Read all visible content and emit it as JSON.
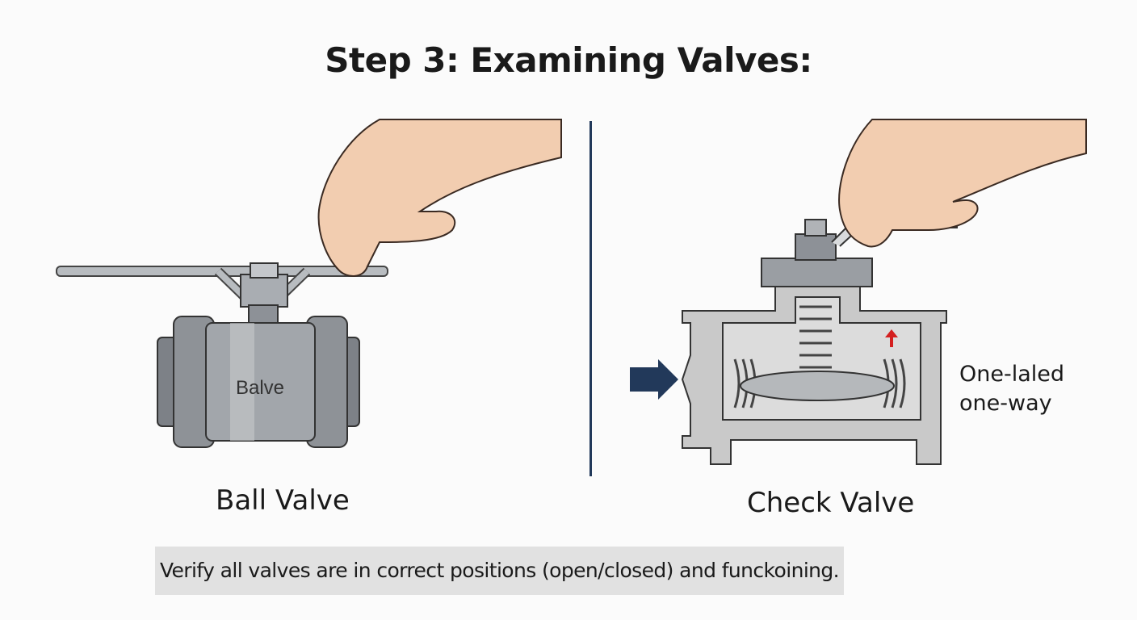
{
  "title": "Step 3: Examining Valves:",
  "left_panel": {
    "label": "Ball Valve",
    "body_text": "Balve"
  },
  "right_panel": {
    "label": "Check Valve",
    "side_note_line1": "One-laled",
    "side_note_line2": "one-way"
  },
  "caption": "Verify all valves are in correct positions (open/closed) and funckoining.",
  "colors": {
    "divider": "#22395a",
    "arrow": "#22395a",
    "flow_arrow": "#d42020",
    "skin": "#f2cdb0",
    "metal": "#9a9ea3"
  }
}
